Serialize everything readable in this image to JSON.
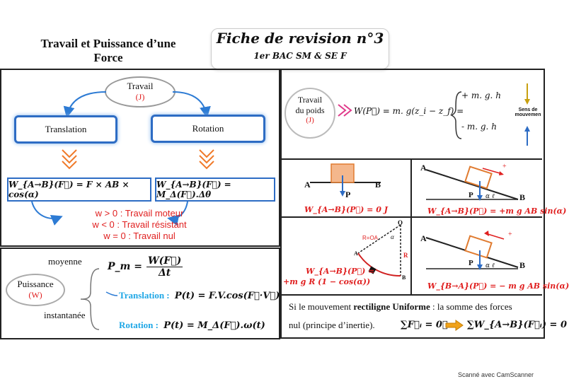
{
  "header": {
    "title_line1": "Travail et Puissance d’une",
    "title_line2": "Force",
    "fiche_title": "Fiche de revision n°3",
    "fiche_sub": "1er BAC SM & SE F"
  },
  "left": {
    "travail_label": "Travail",
    "travail_unit": "(J)",
    "translation": "Translation",
    "rotation": "Rotation",
    "formula_translation": "W_{A→B}(F⃗) = F × AB × cos(α)",
    "formula_rotation": "W_{A→B}(F⃗) = M_Δ(F⃗).Δθ",
    "sign_moteur": "w > 0 : Travail moteur",
    "sign_resistant": "w < 0 : Travail résistant",
    "sign_nul": "w = 0 : Travail nul"
  },
  "puissance": {
    "label": "Puissance",
    "unit": "(W)",
    "moyenne": "moyenne",
    "instantanee": "instantanée",
    "pm_lhs": "P_m =",
    "pm_num": "W(F⃗)",
    "pm_den": "Δt",
    "translation_label": "Translation :",
    "translation_formula": "P(t) = F.V.cos(F⃗·V⃗)",
    "rotation_label": "Rotation :",
    "rotation_formula": "P(t) = M_Δ(F⃗).ω(t)"
  },
  "poids": {
    "label1": "Travail",
    "label2": "du poids",
    "unit": "(J)",
    "formula": "W(P⃗) = m. g(z_i − z_f) =",
    "plus": "+ m. g. h",
    "minus": "- m. g. h",
    "sens1": "Sens de",
    "sens2": "mouvemen"
  },
  "diagrams": {
    "d1": {
      "A": "A",
      "B": "B",
      "P": "P⃗",
      "result": "W_{A→B}(P⃗) = 0 J"
    },
    "d2": {
      "A": "A",
      "B": "B",
      "P": "P⃗",
      "alpha": "α ℓ",
      "plus": "+",
      "result": "W_{A→B}(P⃗) = +m g AB sin(α)"
    },
    "d3": {
      "O": "O",
      "A": "A",
      "B": "B",
      "R": "R",
      "ROA": "R=OA",
      "alpha": "α",
      "result1": "W_{A→B}(P⃗) =",
      "result2": "+m g R (1 − cos(α))"
    },
    "d4": {
      "A": "A",
      "B": "B",
      "P": "P⃗",
      "alpha": "α ℓ",
      "plus": "+",
      "result": "W_{B→A}(P⃗) = − m g AB sin(α)"
    }
  },
  "uniforme": {
    "text1_a": "Si le mouvement ",
    "text1_b": "rectiligne Uniforme",
    "text1_c": " : la somme des forces",
    "text2": "nul (principe d’inertie).",
    "eq1": "∑F⃗ᵢ = 0⃗",
    "eq2": "∑W_{A→B}(F⃗ᵢ) = 0"
  },
  "footer": {
    "scanner": "Scanné avec CamScanner"
  }
}
